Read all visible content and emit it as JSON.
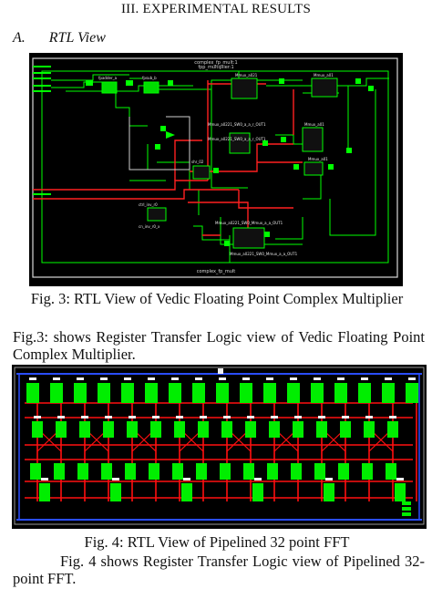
{
  "section": {
    "number": "III.",
    "title": "EXPERIMENTAL RESULTS"
  },
  "subsection": {
    "number": "A.",
    "title": "RTL View"
  },
  "figure3": {
    "caption": "Fig. 3:  RTL View of Vedic Floating Point Complex Multiplier",
    "module_labels": [
      "complex_fp_mult:1",
      "fpp_multiplier:1",
      "complex_fp_mult"
    ],
    "block_labels": [
      "fpadder_a",
      "fpsub_b",
      "Mmux_a021",
      "Mmux_a01",
      "Mmux_a0221_SW0_a_a_r_OUT1",
      "Mmux_a0221_SW0_a_a_r_OUT1",
      "Mmux_a01",
      "Mmux_a01",
      "Mmux_a0221_SW0_Mmux_a_a_OUT1",
      "Mmux_a0221_SW0_Mmux_a_a_OUT1",
      "ctrl_inv_r0",
      "cn_inv_r0_x",
      "shr_02"
    ],
    "colors": {
      "background": "#000000",
      "wire": "#00ff00",
      "block": "#00ff00",
      "net": "#ff2020",
      "outline": "#d8d8d8"
    }
  },
  "paragraph1": "Fig.3:  shows  Register  Transfer  Logic  view  of  Vedic Floating Point Complex   Multiplier.",
  "figure4": {
    "caption": "Fig. 4: RTL View of   Pipelined 32 point FFT",
    "colors": {
      "background": "#000000",
      "block": "#00ee00",
      "net": "#ff1010",
      "bus": "#2a4dff",
      "label": "#f0f0f0"
    }
  },
  "paragraph2": "Fig.  4  shows  Register  Transfer  Logic  view  of Pipelined 32-point FFT."
}
